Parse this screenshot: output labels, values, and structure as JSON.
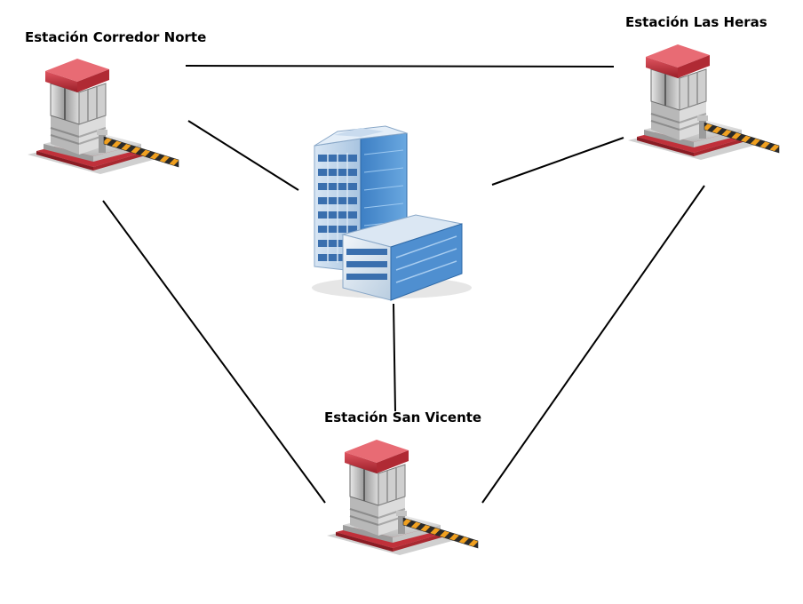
{
  "diagram": {
    "stations": [
      {
        "id": "norte",
        "label": "Estación Corredor Norte",
        "icon": "toll-booth-icon"
      },
      {
        "id": "heras",
        "label": "Estación Las Heras",
        "icon": "toll-booth-icon"
      },
      {
        "id": "sanvicente",
        "label": "Estación San Vicente",
        "icon": "toll-booth-icon"
      }
    ],
    "center": {
      "icon": "office-building-icon"
    },
    "connections": [
      [
        "norte",
        "heras"
      ],
      [
        "norte",
        "center"
      ],
      [
        "heras",
        "center"
      ],
      [
        "center",
        "sanvicente"
      ],
      [
        "norte",
        "sanvicente"
      ],
      [
        "heras",
        "sanvicente"
      ]
    ],
    "colors": {
      "line": "#000000",
      "booth_roof": "#c0303a",
      "barrier_stripe_dark": "#2a2a2a",
      "barrier_stripe_light": "#f0a020",
      "building_blue": "#4a90d0"
    }
  }
}
